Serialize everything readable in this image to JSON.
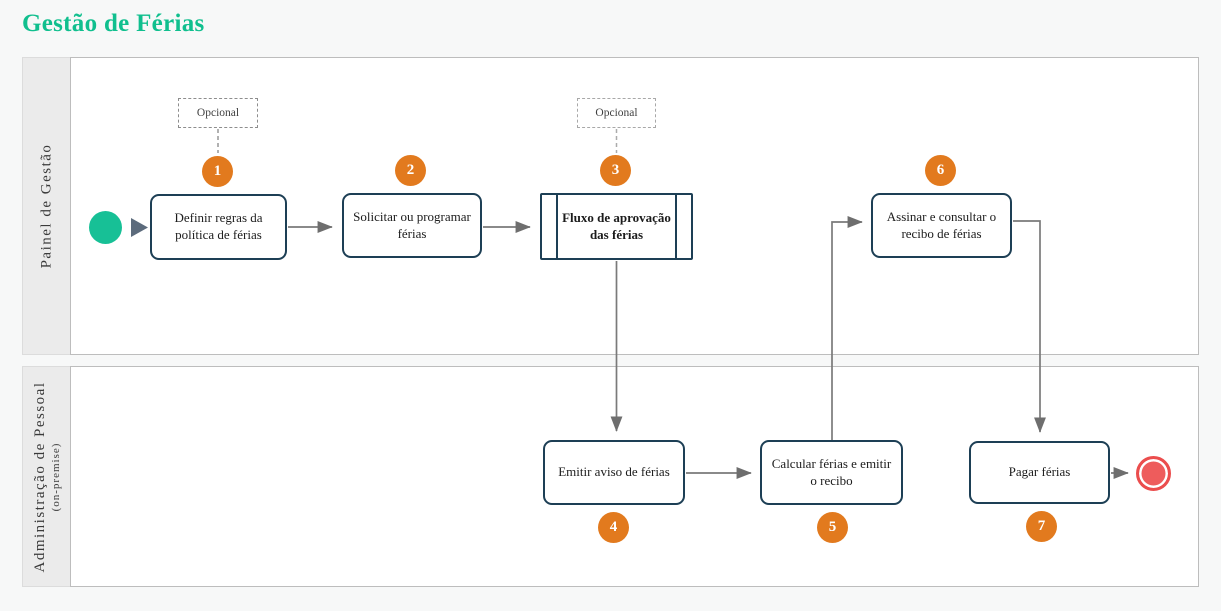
{
  "title": "Gestão de Férias",
  "lanes": [
    {
      "label": "Painel de Gestão",
      "sublabel": ""
    },
    {
      "label": "Administração de Pessoal",
      "sublabel": "(on-premise)"
    }
  ],
  "optional": {
    "first": "Opcional",
    "second": "Opcional"
  },
  "tasks": [
    {
      "number": "1",
      "label": "Definir regras da política de férias",
      "type": "task"
    },
    {
      "number": "2",
      "label": "Solicitar ou programar férias",
      "type": "task"
    },
    {
      "number": "3",
      "label": "Fluxo de aprovação das férias",
      "type": "subprocess"
    },
    {
      "number": "4",
      "label": "Emitir aviso de férias",
      "type": "task"
    },
    {
      "number": "5",
      "label": "Calcular férias e emitir o recibo",
      "type": "task"
    },
    {
      "number": "6",
      "label": "Assinar e consultar o recibo de férias",
      "type": "task"
    },
    {
      "number": "7",
      "label": "Pagar férias",
      "type": "task"
    }
  ],
  "colors": {
    "title": "#10bf8e",
    "start_event": "#17c096",
    "end_event": "#ee5c5c",
    "number_badge": "#e27a1e",
    "task_border": "#1d3f55",
    "connector": "#757575",
    "lane_header_bg": "#ebebeb"
  }
}
